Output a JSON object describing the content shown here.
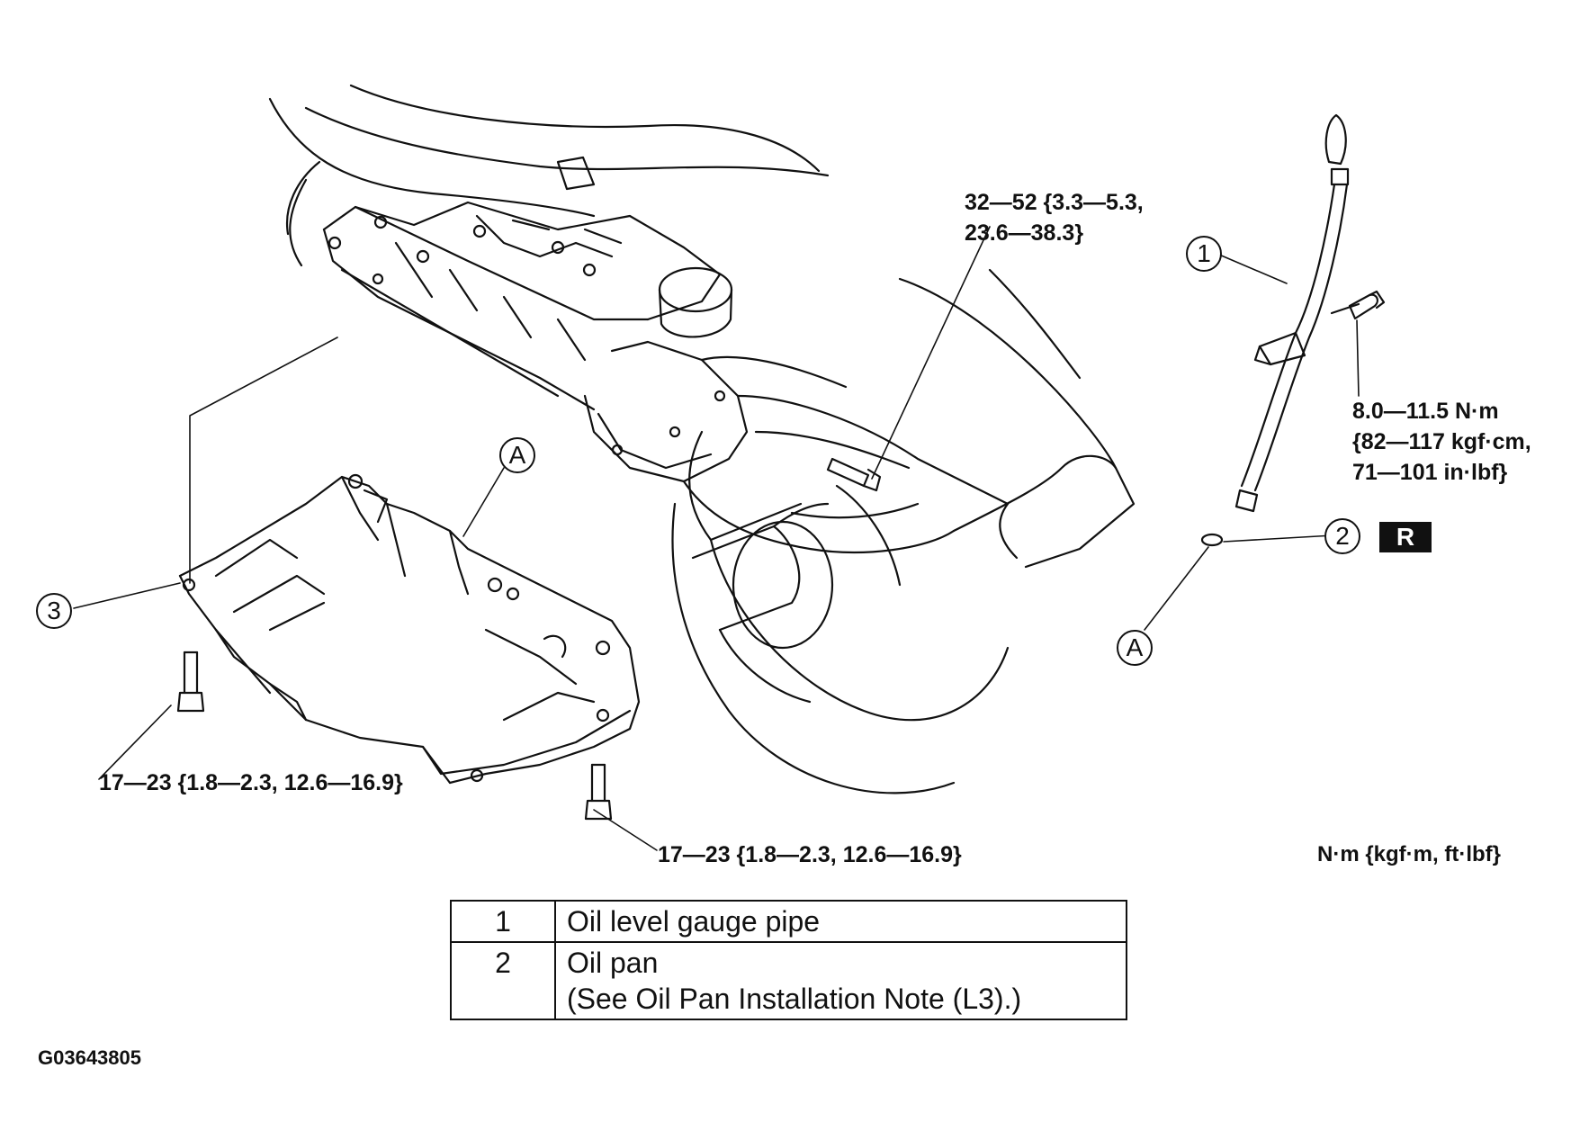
{
  "torque": {
    "bolt_top_line1": "32—52 {3.3—5.3,",
    "bolt_top_line2": "23.6—38.3}",
    "gauge_line1": "8.0—11.5 N·m",
    "gauge_line2": "{82—117 kgf·cm,",
    "gauge_line3": "71—101 in·lbf}",
    "pan_left": "17—23 {1.8—2.3, 12.6—16.9}",
    "pan_right": "17—23 {1.8—2.3, 12.6—16.9}",
    "units": "N·m {kgf·m, ft·lbf}"
  },
  "callouts": {
    "c1": "1",
    "c2": "2",
    "c3": "3",
    "a_pan": "A",
    "a_ring": "A",
    "replace_badge": "R"
  },
  "legend": {
    "rows": [
      {
        "num": "1",
        "line1": "Oil level gauge pipe",
        "line2": ""
      },
      {
        "num": "2",
        "line1": "Oil pan",
        "line2": "(See Oil Pan Installation Note (L3).)"
      }
    ]
  },
  "figure_code": "G03643805"
}
